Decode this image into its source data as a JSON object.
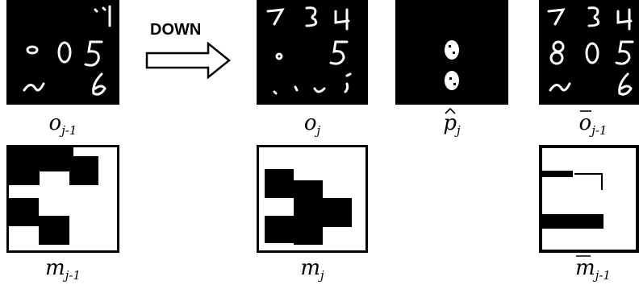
{
  "operation": {
    "label": "DOWN"
  },
  "top_panels": [
    {
      "id": "o_prev",
      "label_base": "o",
      "label_sub": "j-1",
      "accent": ""
    },
    {
      "id": "o_cur",
      "label_base": "o",
      "label_sub": "j",
      "accent": ""
    },
    {
      "id": "p_hat",
      "label_base": "p",
      "label_sub": "j",
      "accent": "hat"
    },
    {
      "id": "o_bar",
      "label_base": "o",
      "label_sub": "j-1",
      "accent": "bar"
    }
  ],
  "bottom_panels": [
    {
      "id": "m_prev",
      "label_base": "m",
      "label_sub": "j-1",
      "accent": ""
    },
    {
      "id": "m_cur",
      "label_base": "m",
      "label_sub": "j",
      "accent": ""
    },
    {
      "id": "m_bar",
      "label_base": "m",
      "label_sub": "j-1",
      "accent": "bar"
    }
  ],
  "colors": {
    "background": "#000000",
    "foreground": "#ffffff",
    "page": "#ffffff"
  }
}
